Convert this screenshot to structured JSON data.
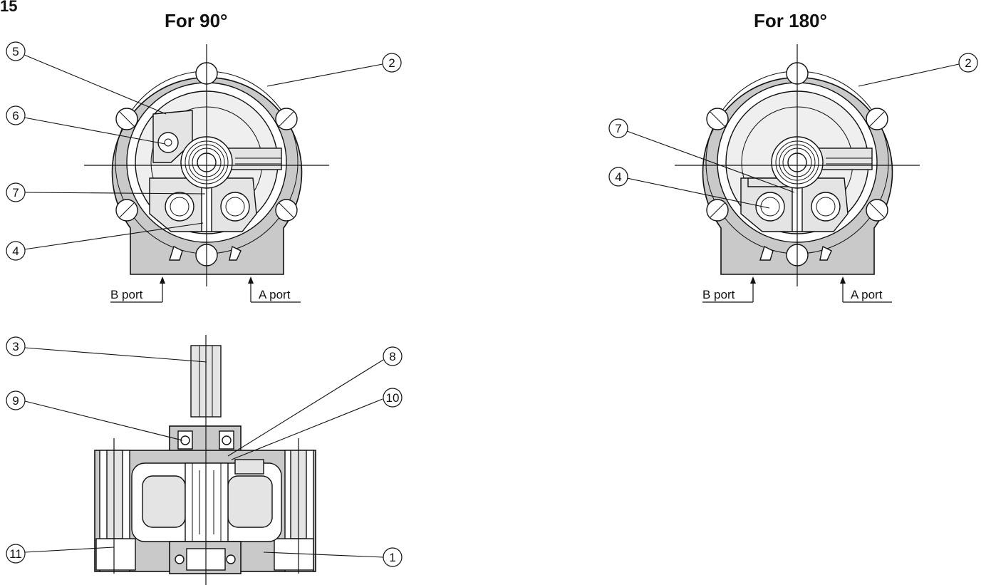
{
  "figure_number": "15",
  "views": {
    "left": {
      "title": "For 90°",
      "callouts": [
        "5",
        "6",
        "7",
        "4",
        "2"
      ],
      "ports": {
        "b": "B port",
        "a": "A port"
      }
    },
    "right": {
      "title": "For 180°",
      "callouts": [
        "7",
        "4",
        "2"
      ],
      "ports": {
        "b": "B port",
        "a": "A port"
      }
    },
    "section": {
      "callouts": [
        "3",
        "9",
        "11",
        "8",
        "10",
        "1"
      ]
    }
  }
}
